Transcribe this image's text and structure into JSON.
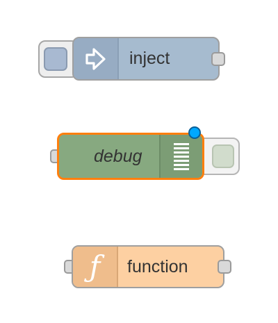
{
  "nodes": {
    "inject": {
      "label": "inject",
      "icon": "arrow-in-icon",
      "color": "#a6bbcf"
    },
    "debug": {
      "label": "debug",
      "icon": "debug-list-icon",
      "color": "#87a980",
      "selected_border_color": "#ff7f0e",
      "changed_indicator_color": "#00a8ff"
    },
    "function": {
      "label": "function",
      "icon": "function-icon",
      "icon_glyph": "ƒ",
      "color": "#fdd0a2"
    }
  }
}
